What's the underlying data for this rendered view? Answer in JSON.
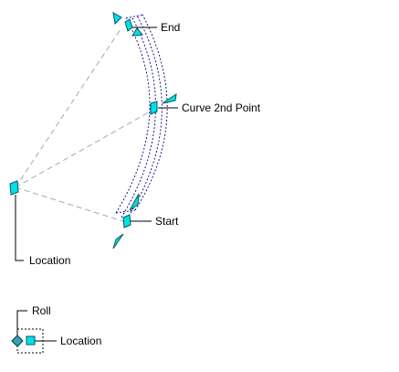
{
  "labels": {
    "end": "End",
    "curve_2nd_point": "Curve 2nd Point",
    "start": "Start",
    "location": "Location",
    "roll": "Roll",
    "legend_location": "Location"
  },
  "colors": {
    "grip_fill": "#00e0e8",
    "grip_stroke": "#005a60",
    "roll_fill": "#3aa0b0",
    "dash_line": "#a8a8a8",
    "curve_line": "#000080",
    "leader": "#000000"
  },
  "icons": {
    "grip": "square-grip-icon",
    "arrow": "triangle-arrow-grip-icon",
    "roll": "diamond-roll-grip-icon"
  }
}
